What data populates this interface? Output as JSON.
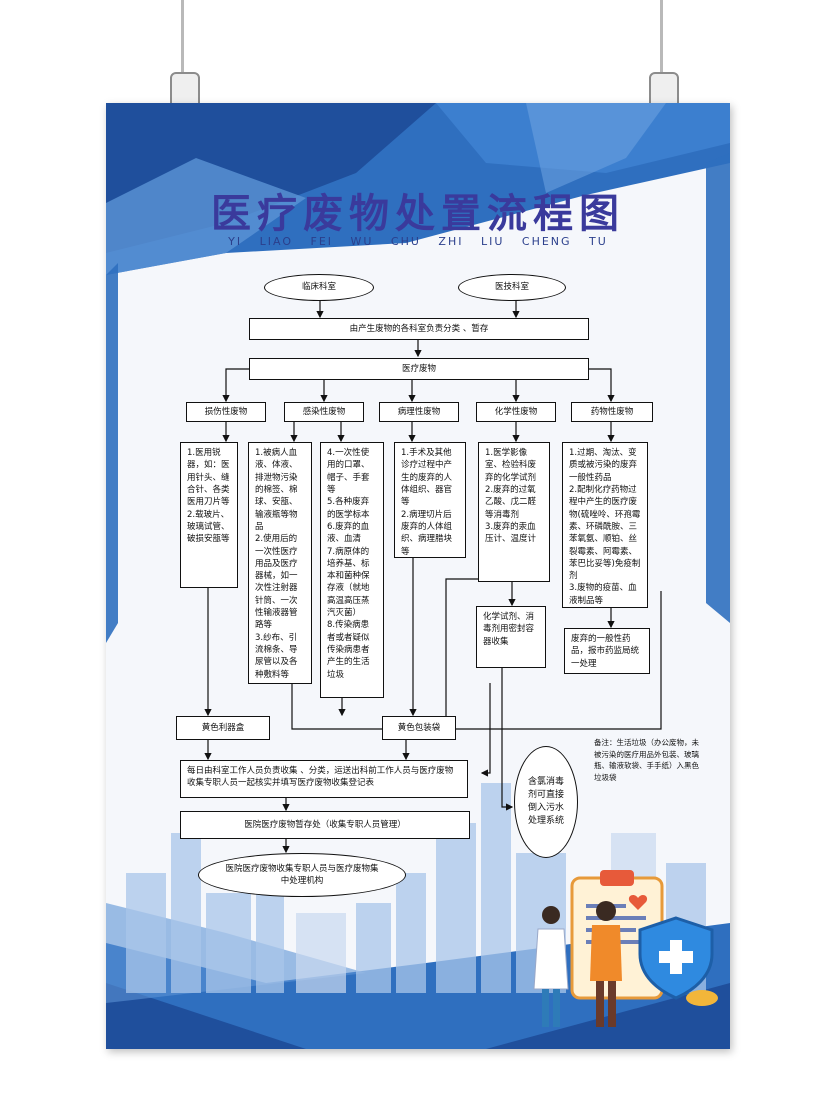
{
  "poster": {
    "title": "医疗废物处置流程图",
    "pinyin": "YI LIAO FEI WU CHU ZHI LIU CHENG TU"
  },
  "colors": {
    "primary_blue": "#2f6fbf",
    "dark_blue": "#1f4f9c",
    "light_blue": "#a9c6ea",
    "title_purple": "#3a3a9c"
  },
  "flow": {
    "source_left": "临床科室",
    "source_right": "医技科室",
    "classify": "由产生废物的各科室负责分类 、暂存",
    "waste": "医疗废物",
    "categories": [
      {
        "label": "损伤性废物",
        "desc": "1.医用锐器，如：医用针头、缝合针、各类医用刀片等\n2.载玻片、玻璃试管、破损安瓿等"
      },
      {
        "label": "感染性废物",
        "desc": "1.被病人血液、体液、排泄物污染的棉签、棉球、安瓿、输液瓶等物品\n2.使用后的一次性医疗用品及医疗器械，如一次性注射器针筒、一次性输液器管路等\n3.纱布、引流棉条、导尿管以及各种敷料等"
      },
      {
        "label": "病理性废物",
        "desc": "1.手术及其他诊疗过程中产生的废弃的人体组织、器官等\n2.病理切片后废弃的人体组织、病理腊块等"
      },
      {
        "label": "化学性废物",
        "desc": "1.医学影像室、检验科废弃的化学试剂\n2.废弃的过氧乙酸、戊二醛等消毒剂\n3.废弃的汞血压计、温度计"
      },
      {
        "label": "药物性废物",
        "desc": "1.过期、淘汰、变质或被污染的废弃一般性药品\n2.配制化疗药物过程中产生的医疗废物(硫唑呤、环孢霉素、环磷酰胺、三苯氧氨、顺铂、丝裂霉素、阿霉素、苯巴比妥等)免疫制剂\n3.废物的疫苗、血液制品等"
      }
    ],
    "infect_extra": "4.一次性使用的口罩、帽子、手套等\n5.各种废弃的医学标本\n6.废弃的血液、血清\n7.病原体的培养基、标本和菌种保存液（就地高温高压蒸汽灭菌）\n8.传染病患者或者疑似传染病患者产生的生活垃圾",
    "chem_seal": "化学试剂、消毒剂用密封容器收集",
    "drug_general": "废弃的一般性药品，报市药监局统一处理",
    "sharps_box": "黄色利器盒",
    "yellow_bag": "黄色包装袋",
    "sewage": "含氯消毒剂可直接倒入污水处理系统",
    "collect": "每日由科室工作人员负责收集 、分类，运送出科前工作人员与医疗废物收集专职人员一起核实并填写医疗废物收集登记表",
    "storage": "医院医疗废物暂存处（收集专职人员管理）",
    "final": "医院医疗废物收集专职人员与医疗废物集中处理机构",
    "note": "备注：生活垃圾（办公废物，未被污染的医疗用品外包装、玻璃瓶、输液软袋、手手纸）入黑色垃圾袋"
  },
  "icons": [
    "doctor-figure",
    "patient-figure",
    "clipboard-icon",
    "shield-cross-icon",
    "heart-icon",
    "city-skyline"
  ]
}
